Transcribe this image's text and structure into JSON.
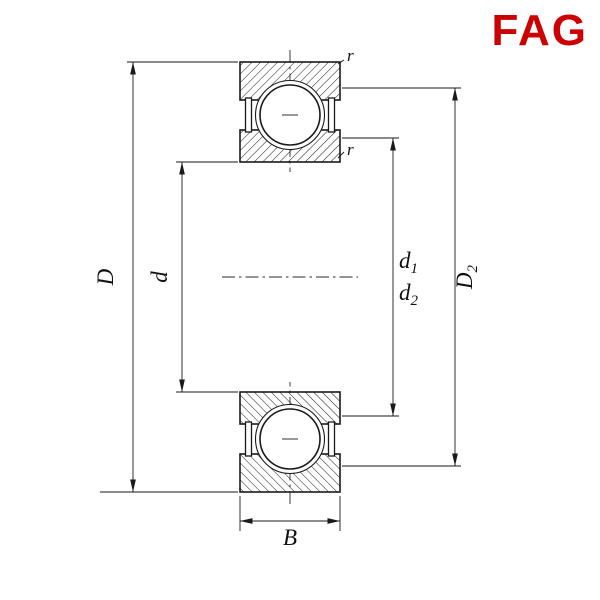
{
  "logo": {
    "text": "FAG",
    "color": "#cc0000"
  },
  "drawing": {
    "line_color": "#1a1a1a",
    "background": "#ffffff",
    "type": "deep-groove-ball-bearing-cross-section"
  },
  "dimensions": {
    "outer_diameter": {
      "label": "D"
    },
    "bore_diameter": {
      "label": "d"
    },
    "d1": {
      "base": "d",
      "sub": "1"
    },
    "d2": {
      "base": "d",
      "sub": "2"
    },
    "D2": {
      "base": "D",
      "sub": "2"
    },
    "width": {
      "label": "B"
    },
    "chamfer_top": {
      "label": "r"
    },
    "chamfer_lower": {
      "label": "r"
    }
  }
}
